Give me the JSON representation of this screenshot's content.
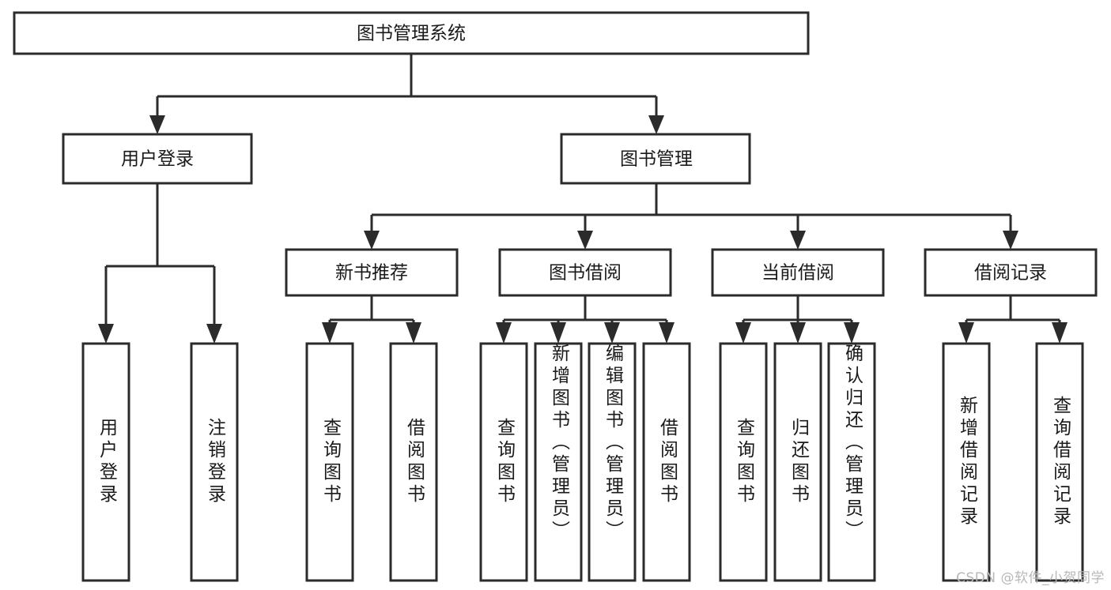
{
  "diagram": {
    "title": "图书管理系统",
    "watermark": "CSDN @软件_小贺同学",
    "levels": {
      "root": {
        "label": "图书管理系统"
      },
      "level2": [
        {
          "id": "user-login",
          "label": "用户登录"
        },
        {
          "id": "book-management",
          "label": "图书管理"
        }
      ],
      "level3": [
        {
          "id": "new-book-recommend",
          "label": "新书推荐"
        },
        {
          "id": "book-borrow",
          "label": "图书借阅"
        },
        {
          "id": "current-borrow",
          "label": "当前借阅"
        },
        {
          "id": "borrow-record",
          "label": "借阅记录"
        }
      ],
      "leaves": {
        "user_login": [
          {
            "id": "leaf-user-login",
            "label": "用户登录"
          },
          {
            "id": "leaf-logout-login",
            "label": "注销登录"
          }
        ],
        "new_book_recommend": [
          {
            "id": "leaf-query-book-1",
            "label": "查询图书"
          },
          {
            "id": "leaf-borrow-book-1",
            "label": "借阅图书"
          }
        ],
        "book_borrow": [
          {
            "id": "leaf-query-book-2",
            "label": "查询图书"
          },
          {
            "id": "leaf-add-book",
            "label": "新增图书（管理员）"
          },
          {
            "id": "leaf-edit-book",
            "label": "编辑图书（管理员）"
          },
          {
            "id": "leaf-borrow-book-2",
            "label": "借阅图书"
          }
        ],
        "current_borrow": [
          {
            "id": "leaf-query-book-3",
            "label": "查询图书"
          },
          {
            "id": "leaf-return-book",
            "label": "归还图书"
          },
          {
            "id": "leaf-confirm-return",
            "label": "确认归还（管理员）"
          }
        ],
        "borrow_record": [
          {
            "id": "leaf-add-record",
            "label": "新增借阅记录"
          },
          {
            "id": "leaf-query-record",
            "label": "查询借阅记录"
          }
        ]
      }
    },
    "colors": {
      "stroke": "#2b2b2b",
      "fill": "#ffffff",
      "text": "#1a1a1a",
      "watermark": "#b8b8b8"
    }
  }
}
